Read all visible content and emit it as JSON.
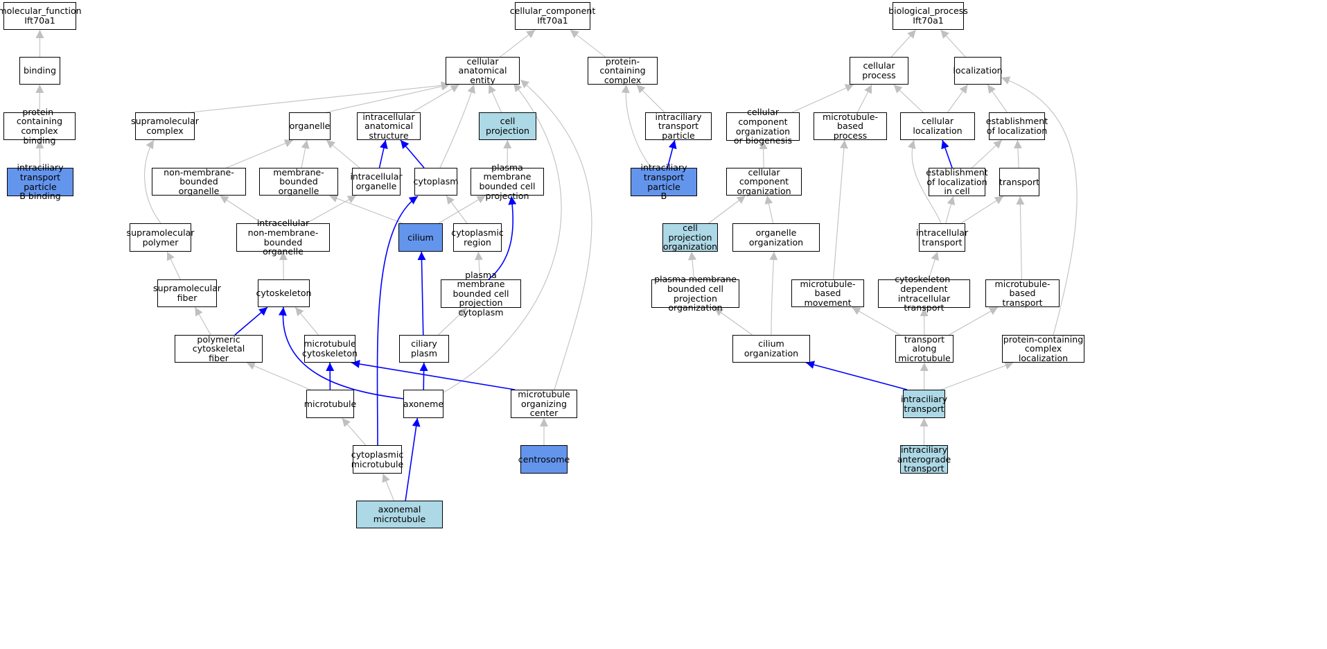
{
  "colors": {
    "node_default": "#ffffff",
    "node_light": "#add8e6",
    "node_dark": "#6495ed",
    "edge_gray": "#c0c0c0",
    "edge_blue": "#0000ff"
  },
  "nodes": [
    {
      "id": "mf",
      "label": "molecular_function\nIft70a1",
      "style": "default"
    },
    {
      "id": "binding",
      "label": "binding",
      "style": "default"
    },
    {
      "id": "pcb",
      "label": "protein-containing\ncomplex binding",
      "style": "default"
    },
    {
      "id": "itpbb",
      "label": "intraciliary\ntransport particle\nB binding",
      "style": "dark"
    },
    {
      "id": "cc",
      "label": "cellular_component\nIft70a1",
      "style": "default"
    },
    {
      "id": "cae",
      "label": "cellular anatomical\nentity",
      "style": "default"
    },
    {
      "id": "pcc",
      "label": "protein-containing\ncomplex",
      "style": "default"
    },
    {
      "id": "smc",
      "label": "supramolecular\ncomplex",
      "style": "default"
    },
    {
      "id": "organelle",
      "label": "organelle",
      "style": "default"
    },
    {
      "id": "ias",
      "label": "intracellular\nanatomical structure",
      "style": "default"
    },
    {
      "id": "cellproj",
      "label": "cell projection",
      "style": "light"
    },
    {
      "id": "itp",
      "label": "intraciliary\ntransport particle",
      "style": "default"
    },
    {
      "id": "nmbo",
      "label": "non-membrane-bounded\norganelle",
      "style": "default"
    },
    {
      "id": "mbo",
      "label": "membrane-bounded\norganelle",
      "style": "default"
    },
    {
      "id": "io",
      "label": "intracellular\norganelle",
      "style": "default"
    },
    {
      "id": "cytoplasm",
      "label": "cytoplasm",
      "style": "default"
    },
    {
      "id": "pmbcp",
      "label": "plasma membrane\nbounded cell\nprojection",
      "style": "default"
    },
    {
      "id": "itpb",
      "label": "intraciliary\ntransport particle\nB",
      "style": "dark"
    },
    {
      "id": "smp",
      "label": "supramolecular\npolymer",
      "style": "default"
    },
    {
      "id": "inmbo",
      "label": "intracellular\nnon-membrane-bounded\norganelle",
      "style": "default"
    },
    {
      "id": "cilium",
      "label": "cilium",
      "style": "dark"
    },
    {
      "id": "cytreg",
      "label": "cytoplasmic\nregion",
      "style": "default"
    },
    {
      "id": "smf",
      "label": "supramolecular\nfiber",
      "style": "default"
    },
    {
      "id": "cytoskeleton",
      "label": "cytoskeleton",
      "style": "default"
    },
    {
      "id": "pmbcpc",
      "label": "plasma membrane\nbounded cell\nprojection cytoplasm",
      "style": "default"
    },
    {
      "id": "pcf",
      "label": "polymeric cytoskeletal\nfiber",
      "style": "default"
    },
    {
      "id": "mtcs",
      "label": "microtubule\ncytoskeleton",
      "style": "default"
    },
    {
      "id": "cilplasm",
      "label": "ciliary plasm",
      "style": "default"
    },
    {
      "id": "microtubule",
      "label": "microtubule",
      "style": "default"
    },
    {
      "id": "axoneme",
      "label": "axoneme",
      "style": "default"
    },
    {
      "id": "mtoc",
      "label": "microtubule\norganizing center",
      "style": "default"
    },
    {
      "id": "cytmt",
      "label": "cytoplasmic\nmicrotubule",
      "style": "default"
    },
    {
      "id": "centrosome",
      "label": "centrosome",
      "style": "dark"
    },
    {
      "id": "axmt",
      "label": "axonemal microtubule",
      "style": "light"
    },
    {
      "id": "bp",
      "label": "biological_process\nIft70a1",
      "style": "default"
    },
    {
      "id": "cp",
      "label": "cellular process",
      "style": "default"
    },
    {
      "id": "loc",
      "label": "localization",
      "style": "default"
    },
    {
      "id": "ccob",
      "label": "cellular component\norganization\nor biogenesis",
      "style": "default"
    },
    {
      "id": "mtbp",
      "label": "microtubule-based\nprocess",
      "style": "default"
    },
    {
      "id": "cellloc",
      "label": "cellular localization",
      "style": "default"
    },
    {
      "id": "estloc",
      "label": "establishment\nof localization",
      "style": "default"
    },
    {
      "id": "cco",
      "label": "cellular component\norganization",
      "style": "default"
    },
    {
      "id": "estlocc",
      "label": "establishment\nof localization\nin cell",
      "style": "default"
    },
    {
      "id": "transport",
      "label": "transport",
      "style": "default"
    },
    {
      "id": "cpo",
      "label": "cell projection\norganization",
      "style": "light"
    },
    {
      "id": "oo",
      "label": "organelle organization",
      "style": "default"
    },
    {
      "id": "ict",
      "label": "intracellular\ntransport",
      "style": "default"
    },
    {
      "id": "pmbcpo",
      "label": "plasma membrane\nbounded cell\nprojection organization",
      "style": "default"
    },
    {
      "id": "mtbm",
      "label": "microtubule-based\nmovement",
      "style": "default"
    },
    {
      "id": "cdit",
      "label": "cytoskeleton-dependent\nintracellular\ntransport",
      "style": "default"
    },
    {
      "id": "mtbt",
      "label": "microtubule-based\ntransport",
      "style": "default"
    },
    {
      "id": "co",
      "label": "cilium organization",
      "style": "default"
    },
    {
      "id": "tam",
      "label": "transport along\nmicrotubule",
      "style": "default"
    },
    {
      "id": "pccl",
      "label": "protein-containing\ncomplex localization",
      "style": "default"
    },
    {
      "id": "it",
      "label": "intraciliary\ntransport",
      "style": "light"
    },
    {
      "id": "iat",
      "label": "intraciliary\nanterograde\ntransport",
      "style": "light"
    }
  ],
  "edges": [
    {
      "from": "binding",
      "to": "mf",
      "color": "gray"
    },
    {
      "from": "pcb",
      "to": "binding",
      "color": "gray"
    },
    {
      "from": "itpbb",
      "to": "pcb",
      "color": "gray"
    },
    {
      "from": "cae",
      "to": "cc",
      "color": "gray"
    },
    {
      "from": "pcc",
      "to": "cc",
      "color": "gray"
    },
    {
      "from": "smc",
      "to": "cae",
      "color": "gray"
    },
    {
      "from": "organelle",
      "to": "cae",
      "color": "gray"
    },
    {
      "from": "ias",
      "to": "cae",
      "color": "gray"
    },
    {
      "from": "cellproj",
      "to": "cae",
      "color": "gray"
    },
    {
      "from": "cytoplasm",
      "to": "cae",
      "color": "gray"
    },
    {
      "from": "axoneme",
      "to": "cae",
      "color": "gray"
    },
    {
      "from": "mtoc",
      "to": "cae",
      "color": "gray"
    },
    {
      "from": "itp",
      "to": "pcc",
      "color": "gray"
    },
    {
      "from": "itpb",
      "to": "pcc",
      "color": "gray"
    },
    {
      "from": "itpb",
      "to": "itp",
      "color": "blue"
    },
    {
      "from": "nmbo",
      "to": "organelle",
      "color": "gray"
    },
    {
      "from": "mbo",
      "to": "organelle",
      "color": "gray"
    },
    {
      "from": "io",
      "to": "organelle",
      "color": "gray"
    },
    {
      "from": "io",
      "to": "ias",
      "color": "blue"
    },
    {
      "from": "cytoplasm",
      "to": "ias",
      "color": "blue"
    },
    {
      "from": "pmbcp",
      "to": "cellproj",
      "color": "gray"
    },
    {
      "from": "smp",
      "to": "smc",
      "color": "gray"
    },
    {
      "from": "inmbo",
      "to": "nmbo",
      "color": "gray"
    },
    {
      "from": "inmbo",
      "to": "io",
      "color": "gray"
    },
    {
      "from": "cilium",
      "to": "mbo",
      "color": "gray"
    },
    {
      "from": "cilium",
      "to": "pmbcp",
      "color": "gray"
    },
    {
      "from": "cytreg",
      "to": "cytoplasm",
      "color": "gray"
    },
    {
      "from": "cytmt",
      "to": "cytoplasm",
      "color": "blue"
    },
    {
      "from": "pmbcpc",
      "to": "pmbcp",
      "color": "blue"
    },
    {
      "from": "smf",
      "to": "smp",
      "color": "gray"
    },
    {
      "from": "cytoskeleton",
      "to": "inmbo",
      "color": "gray"
    },
    {
      "from": "pmbcpc",
      "to": "cytreg",
      "color": "gray"
    },
    {
      "from": "cilplasm",
      "to": "cilium",
      "color": "blue"
    },
    {
      "from": "pcf",
      "to": "smf",
      "color": "gray"
    },
    {
      "from": "pcf",
      "to": "cytoskeleton",
      "color": "blue"
    },
    {
      "from": "mtcs",
      "to": "cytoskeleton",
      "color": "gray"
    },
    {
      "from": "axoneme",
      "to": "cytoskeleton",
      "color": "blue"
    },
    {
      "from": "cilplasm",
      "to": "pmbcpc",
      "color": "gray"
    },
    {
      "from": "microtubule",
      "to": "pcf",
      "color": "gray"
    },
    {
      "from": "microtubule",
      "to": "mtcs",
      "color": "blue"
    },
    {
      "from": "mtoc",
      "to": "mtcs",
      "color": "blue"
    },
    {
      "from": "axoneme",
      "to": "cilplasm",
      "color": "blue"
    },
    {
      "from": "cytmt",
      "to": "microtubule",
      "color": "gray"
    },
    {
      "from": "centrosome",
      "to": "mtoc",
      "color": "gray"
    },
    {
      "from": "axmt",
      "to": "cytmt",
      "color": "gray"
    },
    {
      "from": "axmt",
      "to": "axoneme",
      "color": "blue"
    },
    {
      "from": "cp",
      "to": "bp",
      "color": "gray"
    },
    {
      "from": "loc",
      "to": "bp",
      "color": "gray"
    },
    {
      "from": "ccob",
      "to": "cp",
      "color": "gray"
    },
    {
      "from": "mtbp",
      "to": "cp",
      "color": "gray"
    },
    {
      "from": "cellloc",
      "to": "cp",
      "color": "gray"
    },
    {
      "from": "cellloc",
      "to": "loc",
      "color": "gray"
    },
    {
      "from": "estloc",
      "to": "loc",
      "color": "gray"
    },
    {
      "from": "pccl",
      "to": "loc",
      "color": "gray"
    },
    {
      "from": "cco",
      "to": "ccob",
      "color": "gray"
    },
    {
      "from": "estlocc",
      "to": "cellloc",
      "color": "blue"
    },
    {
      "from": "estlocc",
      "to": "estloc",
      "color": "gray"
    },
    {
      "from": "transport",
      "to": "estloc",
      "color": "gray"
    },
    {
      "from": "ict",
      "to": "cellloc",
      "color": "gray"
    },
    {
      "from": "cpo",
      "to": "cco",
      "color": "gray"
    },
    {
      "from": "oo",
      "to": "cco",
      "color": "gray"
    },
    {
      "from": "ict",
      "to": "estlocc",
      "color": "gray"
    },
    {
      "from": "ict",
      "to": "transport",
      "color": "gray"
    },
    {
      "from": "mtbt",
      "to": "transport",
      "color": "gray"
    },
    {
      "from": "mtbm",
      "to": "mtbp",
      "color": "gray"
    },
    {
      "from": "pmbcpo",
      "to": "cpo",
      "color": "gray"
    },
    {
      "from": "co",
      "to": "oo",
      "color": "gray"
    },
    {
      "from": "co",
      "to": "pmbcpo",
      "color": "gray"
    },
    {
      "from": "cdit",
      "to": "ict",
      "color": "gray"
    },
    {
      "from": "tam",
      "to": "mtbm",
      "color": "gray"
    },
    {
      "from": "tam",
      "to": "cdit",
      "color": "gray"
    },
    {
      "from": "tam",
      "to": "mtbt",
      "color": "gray"
    },
    {
      "from": "it",
      "to": "co",
      "color": "blue"
    },
    {
      "from": "it",
      "to": "tam",
      "color": "gray"
    },
    {
      "from": "it",
      "to": "pccl",
      "color": "gray"
    },
    {
      "from": "iat",
      "to": "it",
      "color": "gray"
    }
  ]
}
